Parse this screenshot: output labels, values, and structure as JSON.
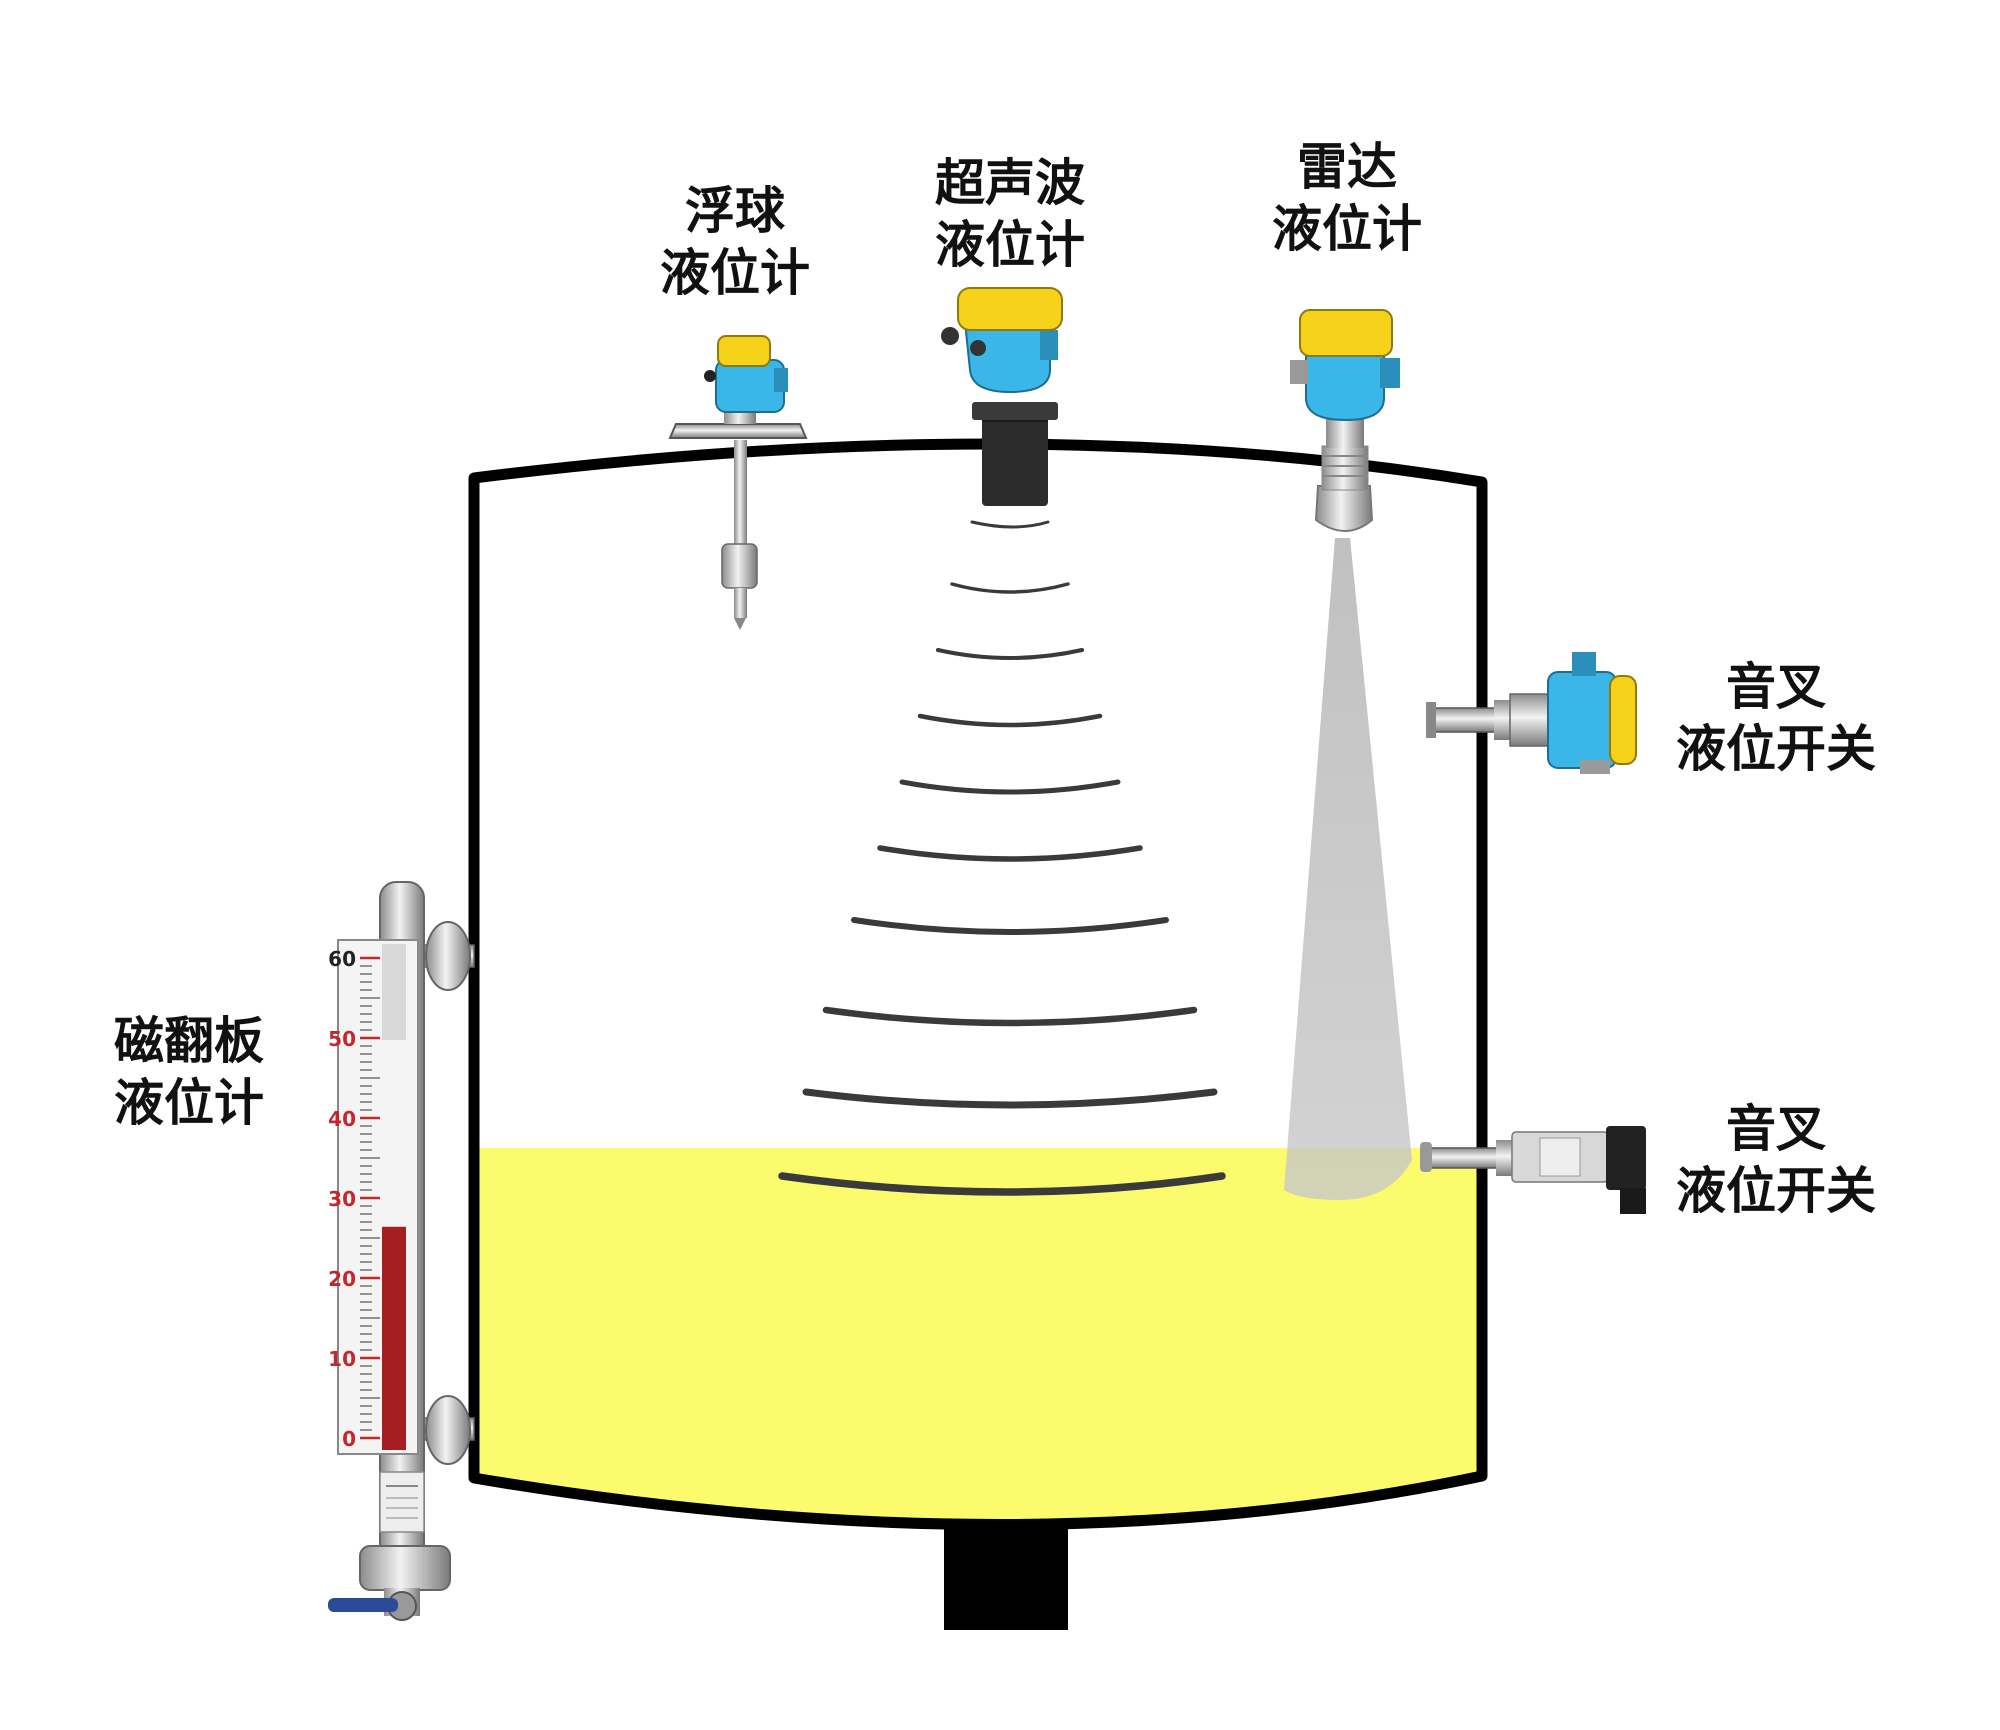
{
  "labels": {
    "float": [
      "浮球",
      "液位计"
    ],
    "ultrasonic": [
      "超声波",
      "液位计"
    ],
    "radar": [
      "雷达",
      "液位计"
    ],
    "fork_upper": [
      "音叉",
      "液位开关"
    ],
    "fork_lower": [
      "音叉",
      "液位开关"
    ],
    "magnetic": [
      "磁翻板",
      "液位计"
    ]
  },
  "gauge": {
    "ticks": [
      "60",
      "50",
      "40",
      "30",
      "20",
      "10",
      "0"
    ],
    "level": 0.44
  },
  "colors": {
    "liquid": "#fbfb6d",
    "tank_outline": "#000000",
    "instrument_blue": "#3ab6e8",
    "instrument_yellow": "#f6d21a",
    "gauge_red": "#a51e22",
    "radar_beam": "#c8c8c8"
  }
}
